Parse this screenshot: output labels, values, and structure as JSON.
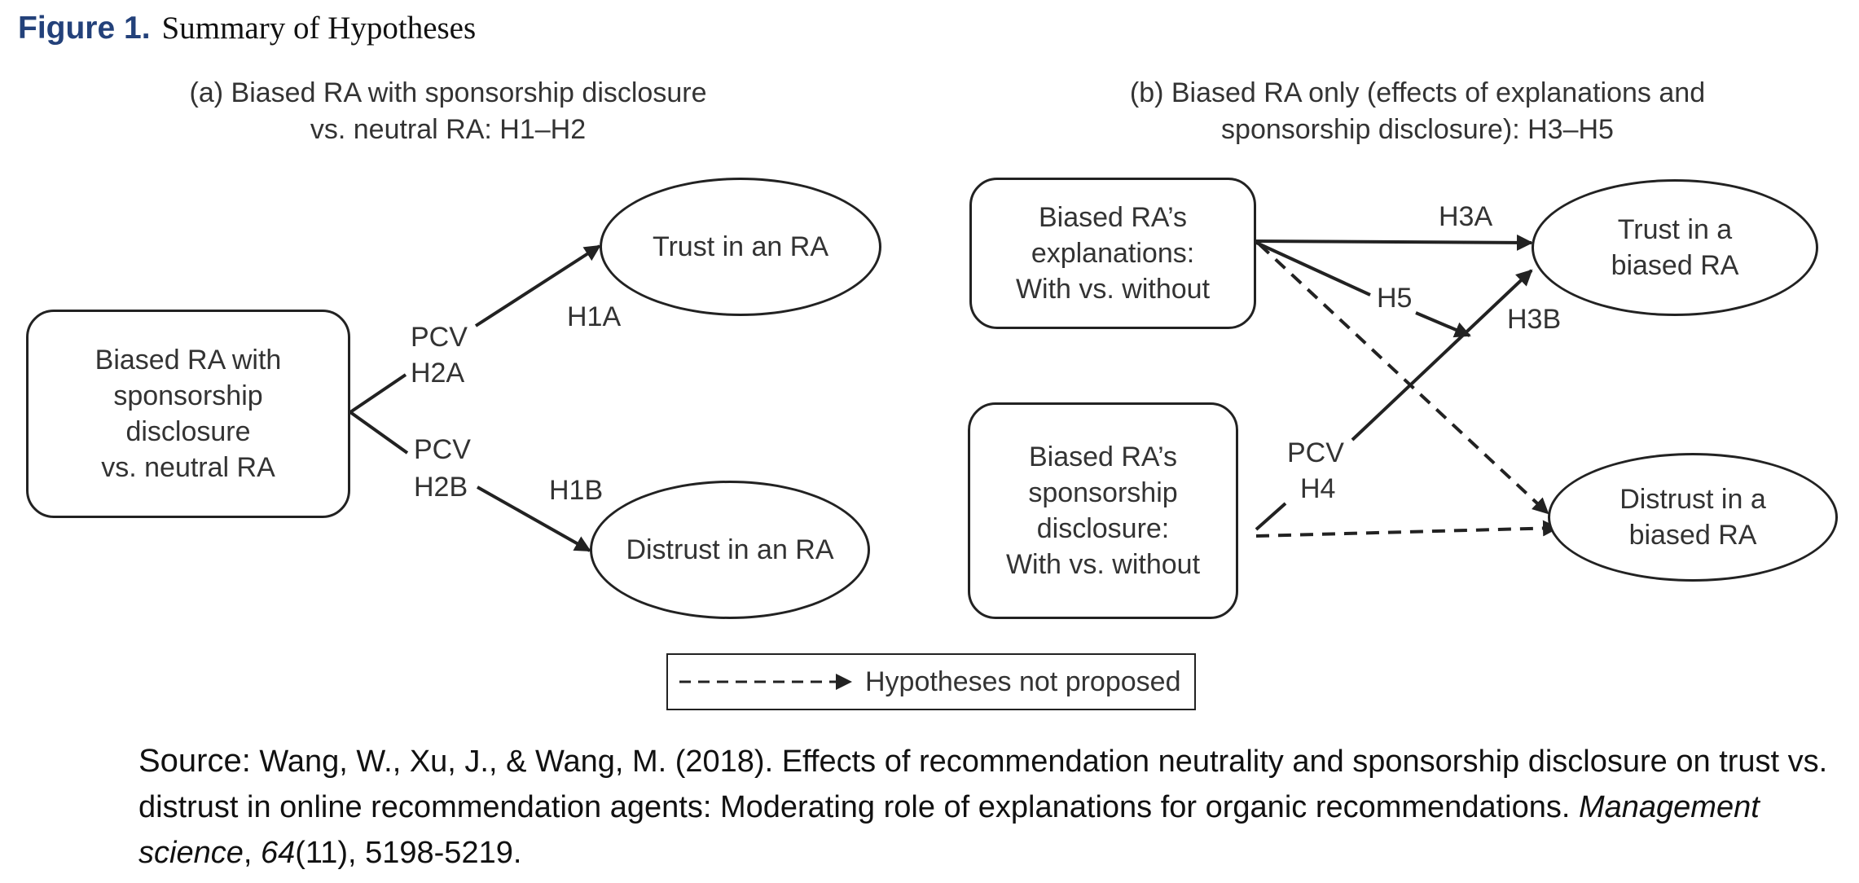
{
  "figure": {
    "number": "Figure 1.",
    "title": "Summary of Hypotheses"
  },
  "panel_a": {
    "title_line1": "(a) Biased RA with sponsorship disclosure",
    "title_line2": "vs. neutral RA: H1–H2",
    "source_box": [
      "Biased RA with",
      "sponsorship",
      "disclosure",
      "vs. neutral RA"
    ],
    "trust_node": "Trust in an RA",
    "distrust_node": "Distrust in an RA",
    "labels": {
      "pcv_upper": "PCV",
      "h2a": "H2A",
      "h1a": "H1A",
      "pcv_lower": "PCV",
      "h2b": "H2B",
      "h1b": "H1B"
    }
  },
  "panel_b": {
    "title_line1": "(b) Biased RA only (effects of explanations and",
    "title_line2": "sponsorship disclosure): H3–H5",
    "explanations_box": [
      "Biased RA’s",
      "explanations:",
      "With vs. without"
    ],
    "disclosure_box": [
      "Biased RA’s",
      "sponsorship",
      "disclosure:",
      "With vs. without"
    ],
    "trust_node": [
      "Trust in a",
      "biased RA"
    ],
    "distrust_node": [
      "Distrust in a",
      "biased RA"
    ],
    "labels": {
      "h3a": "H3A",
      "h5": "H5",
      "h3b": "H3B",
      "pcv": "PCV",
      "h4": "H4"
    }
  },
  "legend": {
    "label": "Hypotheses not proposed"
  },
  "source": {
    "label": "Source:",
    "text_before_journal": " Wang, W., Xu, J., & Wang, M. (2018). Effects of recommendation neutrality and sponsorship disclosure on trust vs. distrust in online recommendation agents: Moderating role of explanations for organic recommendations. ",
    "journal": "Management science",
    "sep": ", ",
    "volume": "64",
    "issue_pages": "(11), 5198-5219."
  }
}
